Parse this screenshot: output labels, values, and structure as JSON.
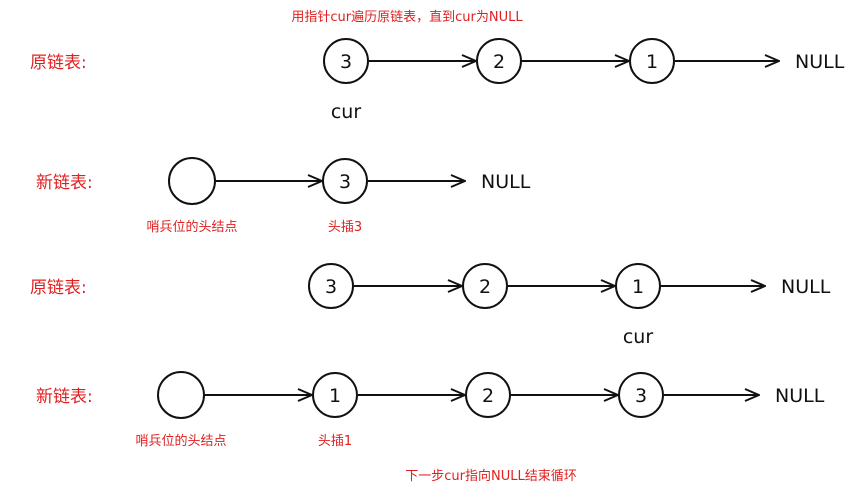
{
  "notes": {
    "top": "用指针cur遍历原链表，直到cur为NULL",
    "bottom": "下一步cur指向NULL结束循环"
  },
  "colors": {
    "red": "#e02020",
    "black": "#111111"
  },
  "rows": [
    {
      "title": "原链表:",
      "sentinel": false,
      "nodes": [
        "3",
        "2",
        "1"
      ],
      "terminal": "NULL",
      "pointer": {
        "label": "cur",
        "node_index": 0
      }
    },
    {
      "title": "新链表:",
      "sentinel": true,
      "sentinel_caption": "哨兵位的头结点",
      "nodes": [
        "3"
      ],
      "terminal": "NULL",
      "node_caption": {
        "label": "头插3",
        "node_index": 0
      }
    },
    {
      "title": "原链表:",
      "sentinel": false,
      "nodes": [
        "3",
        "2",
        "1"
      ],
      "terminal": "NULL",
      "pointer": {
        "label": "cur",
        "node_index": 2
      }
    },
    {
      "title": "新链表:",
      "sentinel": true,
      "sentinel_caption": "哨兵位的头结点",
      "nodes": [
        "1",
        "2",
        "3"
      ],
      "terminal": "NULL",
      "node_caption": {
        "label": "头插1",
        "node_index": 0
      }
    }
  ]
}
